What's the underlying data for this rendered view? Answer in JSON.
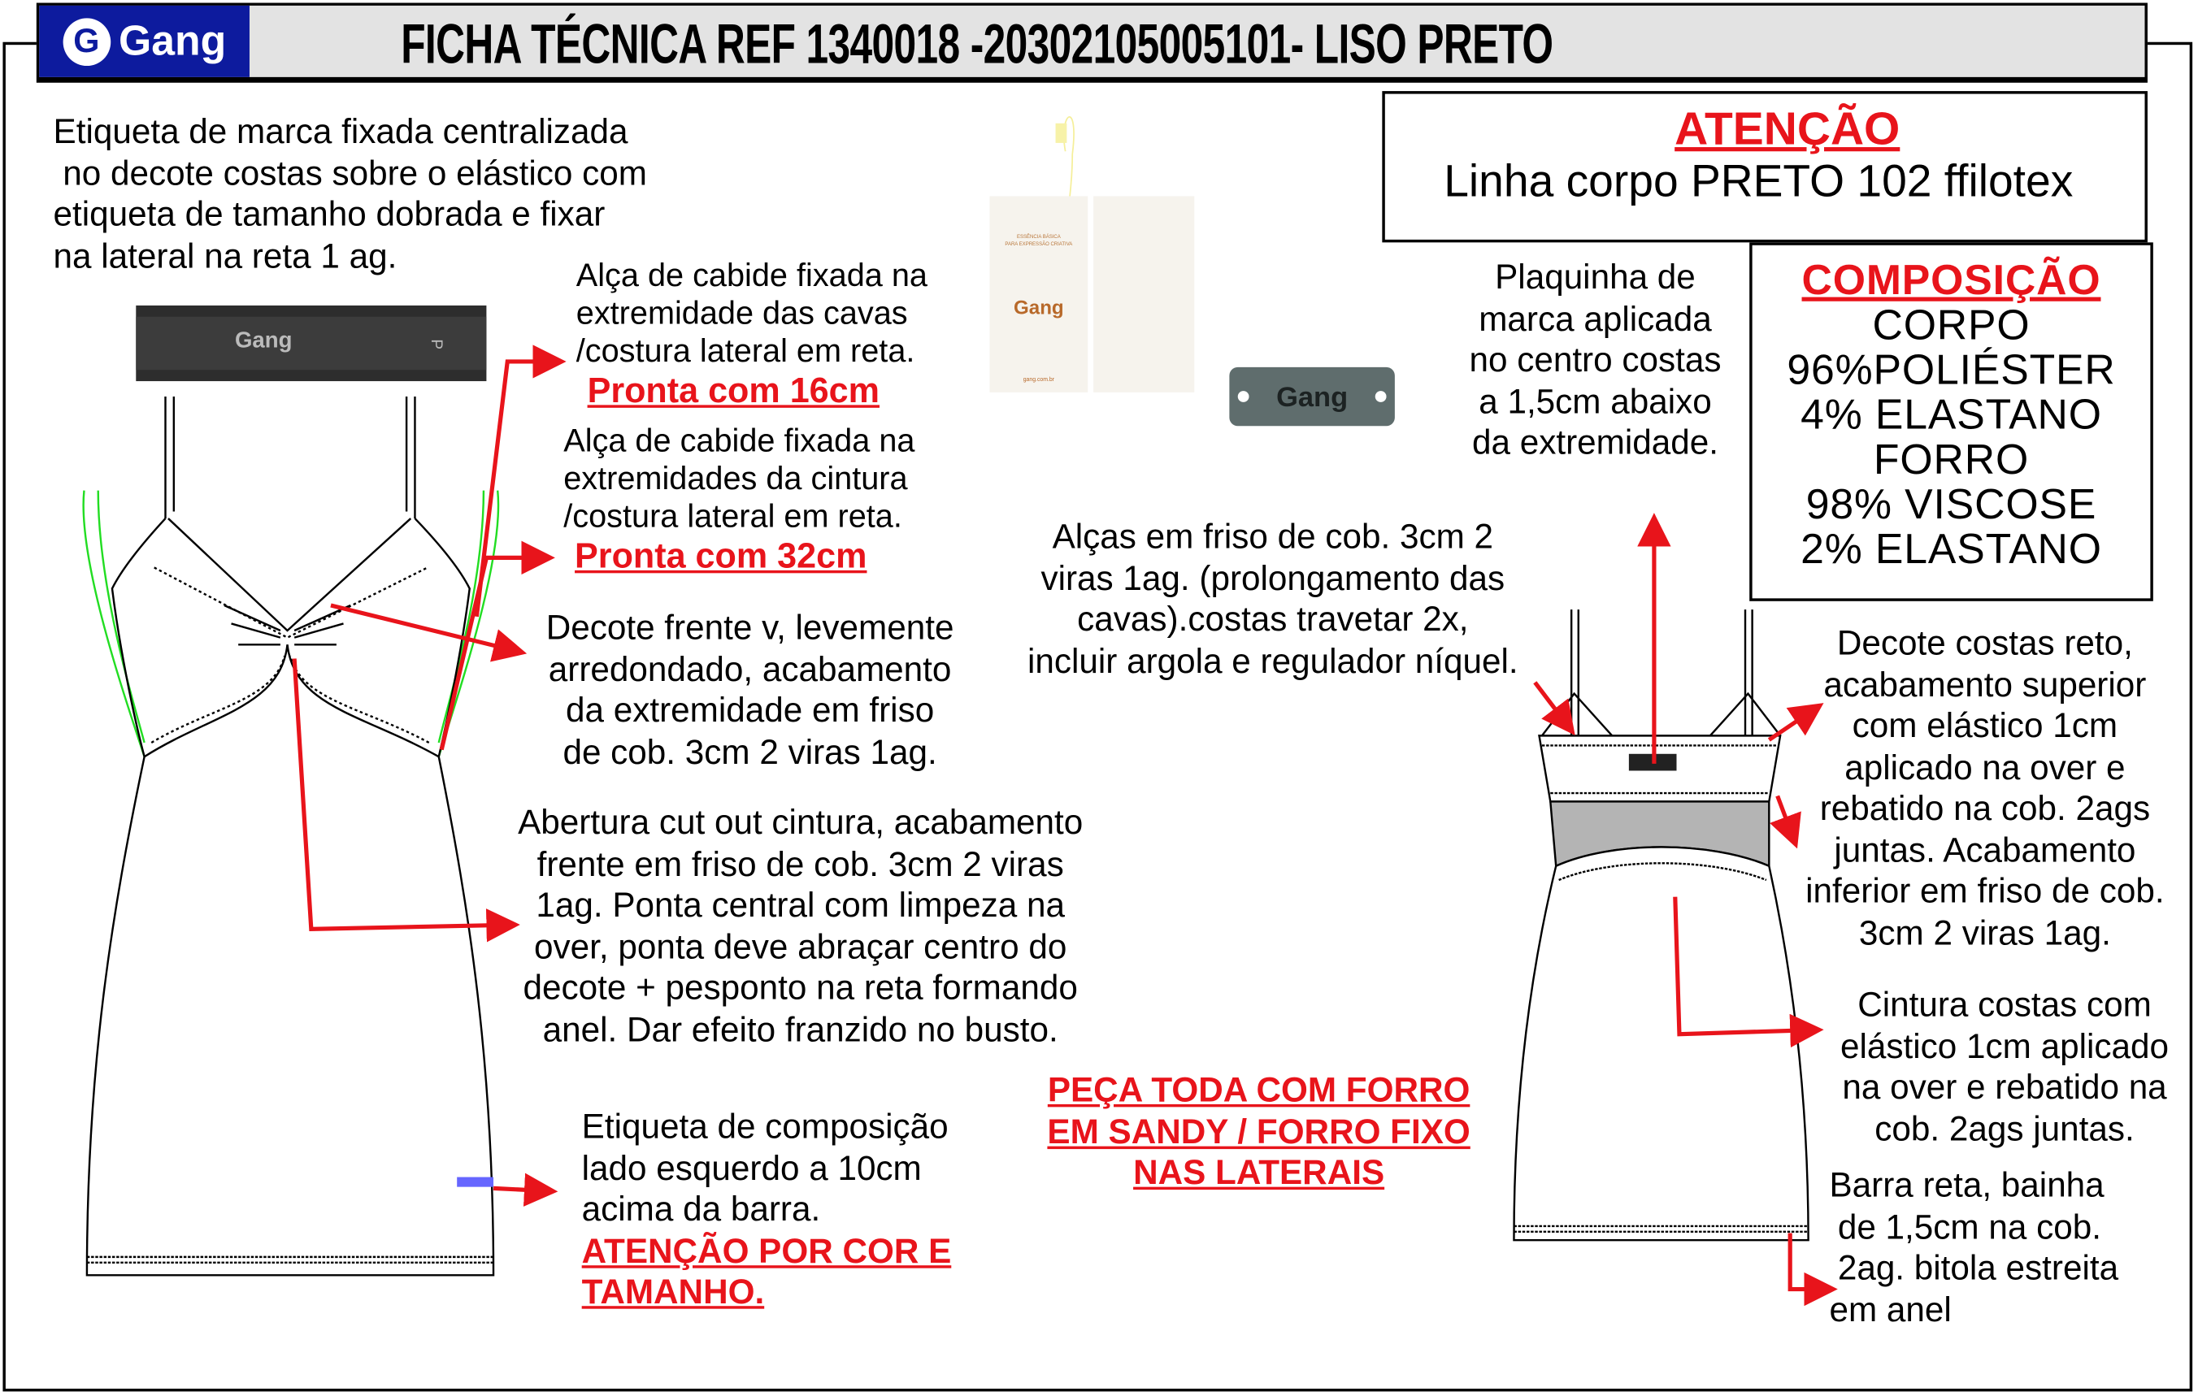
{
  "header": {
    "logo_text": "Gang",
    "title": "FICHA TÉCNICA REF 1340018 -20302105005101-  LISO PRETO"
  },
  "notes": {
    "brand_label": [
      "Etiqueta de marca fixada centralizada",
      " no decote costas sobre o elástico com",
      "etiqueta de tamanho dobrada e fixar",
      "na lateral na reta 1 ag."
    ],
    "hanger_strap_1": [
      "Alça de cabide fixada na",
      "extremidade das cavas",
      "/costura lateral em reta."
    ],
    "hanger_strap_1_size": "Pronta com 16cm",
    "hanger_strap_2": [
      "Alça de cabide fixada na",
      "extremidades da cintura",
      "/costura lateral em reta."
    ],
    "hanger_strap_2_size": "Pronta com 32cm",
    "front_neckline": [
      "Decote frente v, levemente",
      "arredondado, acabamento",
      "da extremidade em friso",
      "de cob. 3cm 2 viras 1ag."
    ],
    "waist_cutout": [
      "Abertura cut out cintura, acabamento",
      "frente em friso de cob. 3cm 2 viras",
      "1ag. Ponta central com limpeza na",
      "over, ponta deve abraçar centro do",
      "decote + pesponto na reta formando",
      "anel. Dar efeito franzido no busto."
    ],
    "composition_label": [
      "Etiqueta de composição",
      "lado esquerdo a 10cm",
      "acima da barra."
    ],
    "composition_label_warning": [
      "ATENÇÃO POR COR E",
      "TAMANHO."
    ],
    "lining_warning": [
      "PEÇA TODA COM FORRO",
      "EM SANDY / FORRO FIXO",
      "NAS LATERAIS"
    ],
    "straps": [
      "Alças em friso de cob. 3cm 2",
      "viras 1ag. (prolongamento das",
      "cavas).costas travetar 2x,",
      "incluir argola e regulador níquel."
    ],
    "metal_plate": [
      "Plaquinha de",
      "marca aplicada",
      "no centro costas",
      "a 1,5cm abaixo",
      "da extremidade."
    ],
    "back_neckline": [
      "Decote costas reto,",
      "acabamento superior",
      "com elástico 1cm",
      "aplicado na over e",
      "rebatido na cob. 2ags",
      "juntas. Acabamento",
      "inferior em friso de cob.",
      "3cm 2 viras 1ag."
    ],
    "back_waist": [
      "Cintura costas com",
      "elástico 1cm aplicado",
      "na over e rebatido na",
      "cob. 2ags juntas."
    ],
    "hem": [
      "Barra reta, bainha",
      "de 1,5cm na cob.",
      "2ag. bitola estreita",
      "em anel"
    ]
  },
  "attention": {
    "title": "ATENÇÃO",
    "text": "Linha corpo PRETO 102 ffilotex"
  },
  "composition": {
    "title": "COMPOSIÇÃO",
    "lines": [
      "CORPO",
      "96%POLIÉSTER",
      "4% ELASTANO",
      "FORRO",
      "98% VISCOSE",
      "2% ELASTANO"
    ]
  },
  "images": {
    "woven_label": {
      "brand": "Gang",
      "size": "P"
    },
    "hang_tag": {
      "brand": "Gang",
      "tagline": [
        "ESSÊNCIA BÁSICA",
        "PARA EXPRESSÃO CRIATIVA"
      ],
      "url": "gang.com.br"
    },
    "metal_plate_brand": "Gang"
  },
  "colors": {
    "accent_red": "#e8141b",
    "logo_blue": "#0d1b9e",
    "header_gray": "#e3e3e3",
    "hanger_green": "#22dd22",
    "label_blue": "#6666ff"
  }
}
